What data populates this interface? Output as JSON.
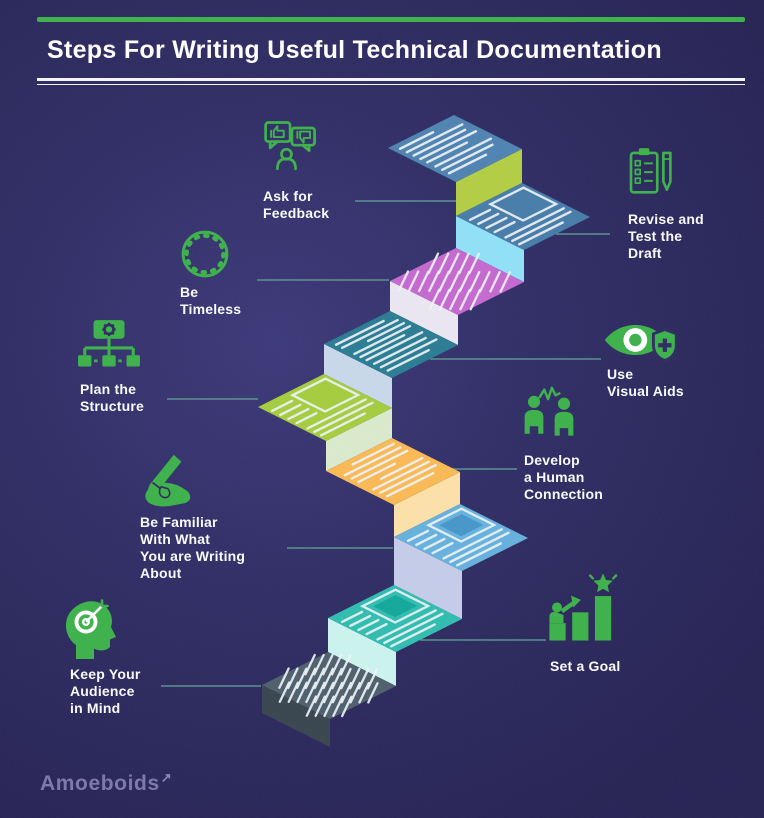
{
  "title": {
    "text": "Steps For Writing Useful Technical Documentation"
  },
  "brand": {
    "name": "Amoeboids",
    "arrow": "↗"
  },
  "colors": {
    "background": "#2e2b61",
    "accent_green": "#3cb04a",
    "connector_line": "#57988f",
    "title_text": "#fdfdfe",
    "label_text": "#f8fafc",
    "logo_text": "#7b77a9"
  },
  "steps": [
    {
      "id": "ask-for-feedback",
      "label": "Ask for\nFeedback",
      "icon": "feedback-bubbles-icon"
    },
    {
      "id": "revise-and-test-draft",
      "label": "Revise and\nTest the\nDraft",
      "icon": "clipboard-checklist-pencil-icon"
    },
    {
      "id": "be-timeless",
      "label": "Be\nTimeless",
      "icon": "clock-icon"
    },
    {
      "id": "use-visual-aids",
      "label": "Use\nVisual Aids",
      "icon": "eye-shield-plus-icon"
    },
    {
      "id": "plan-the-structure",
      "label": "Plan the\nStructure",
      "icon": "sitemap-gear-icon"
    },
    {
      "id": "develop-human-connection",
      "label": "Develop\na Human\nConnection",
      "icon": "people-pulse-icon"
    },
    {
      "id": "be-familiar-with-topic",
      "label": "Be Familiar\nWith What\nYou are Writing\nAbout",
      "icon": "writing-hand-icon"
    },
    {
      "id": "set-a-goal",
      "label": "Set a Goal",
      "icon": "goal-chart-star-icon"
    },
    {
      "id": "keep-audience-in-mind",
      "label": "Keep Your\nAudience\nin Mind",
      "icon": "head-target-icon"
    }
  ],
  "staircase": {
    "line_color": "#ecf2f6",
    "pages": [
      {
        "name": "step-page-1",
        "top_color": "#4e82b0",
        "riser_color": "#b2cc43",
        "content": "paragraph1"
      },
      {
        "name": "step-page-2",
        "top_color": "#477ca8",
        "riser_color": "#90e0f6",
        "content": "document"
      },
      {
        "name": "step-page-3",
        "top_color": "#c468ce",
        "riser_color": "#eae6f1",
        "content": "hatch"
      },
      {
        "name": "step-page-4",
        "top_color": "#2a7b92",
        "riser_color": "#c7d7e9",
        "content": "paragraph2"
      },
      {
        "name": "step-page-5",
        "top_color": "#a4cb3e",
        "riser_color": "#d9e9cb",
        "content": "document"
      },
      {
        "name": "step-page-6",
        "top_color": "#f9b854",
        "riser_color": "#fcdfa8",
        "content": "paragraph3"
      },
      {
        "name": "step-page-7",
        "top_color": "#65b0dc",
        "riser_color": "#c3cbe8",
        "content": "document",
        "inner_color": "#4696c8"
      },
      {
        "name": "step-page-8",
        "top_color": "#2fbcaf",
        "riser_color": "#cbf2ed",
        "content": "document",
        "inner_color": "#12a79a"
      },
      {
        "name": "step-page-9",
        "top_color": "#4e5f6c",
        "flap_color": "#38454e",
        "content": "hatch-dense"
      }
    ]
  }
}
